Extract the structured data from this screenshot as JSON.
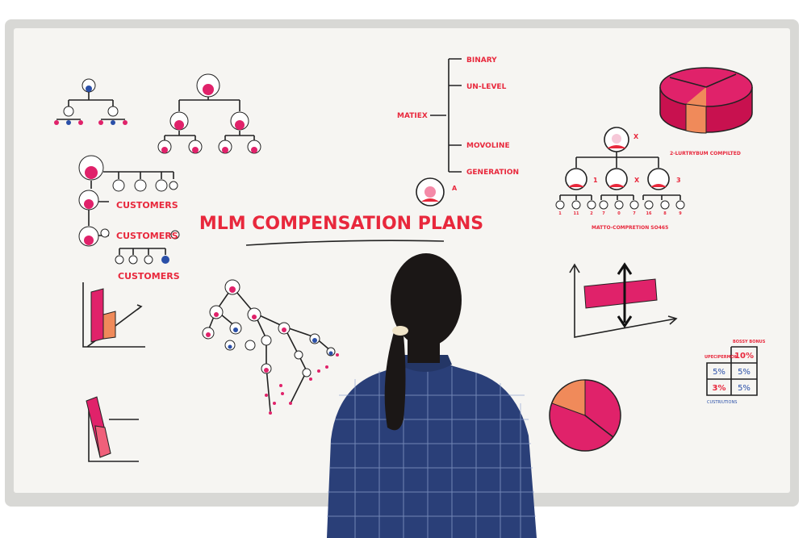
{
  "board": {
    "title": "MLM COMPENSATION PLANS",
    "colors": {
      "accent": "#e8283c",
      "pink": "#e0226a",
      "orange": "#f08a5a",
      "blue": "#2a4fa8",
      "board": "#f6f5f2",
      "frame": "#d9d9d6"
    }
  },
  "customers_tree": {
    "labels": [
      "CUSTOMERS",
      "CUSTOMERS",
      "CUSTOMERS"
    ]
  },
  "plan_types": {
    "root": "MATIEX",
    "branches": [
      "BINARY",
      "UN-LEVEL",
      "MOVOLINE",
      "GENERATION"
    ],
    "avatar_mark": "A"
  },
  "matrix_tree": {
    "marks": [
      "X",
      "1",
      "X",
      "3"
    ],
    "note": "2-LURTRYBUM COMPILTED",
    "leaf_numbers": [
      "1",
      "11",
      "2",
      "7",
      "0",
      "7",
      "16",
      "8",
      "9"
    ],
    "caption": "MATTO-COMPRETION SO465"
  },
  "percent_table": {
    "top_label": "BOSSY BONUS",
    "left_label": "UPECIPERMON",
    "bottom_label": "CUSTRIUTIONS",
    "cells": [
      [
        "",
        "10%"
      ],
      [
        "5%",
        "5%"
      ],
      [
        "3%",
        "5%"
      ]
    ]
  },
  "person": {
    "shirt": "plaid-blue"
  }
}
